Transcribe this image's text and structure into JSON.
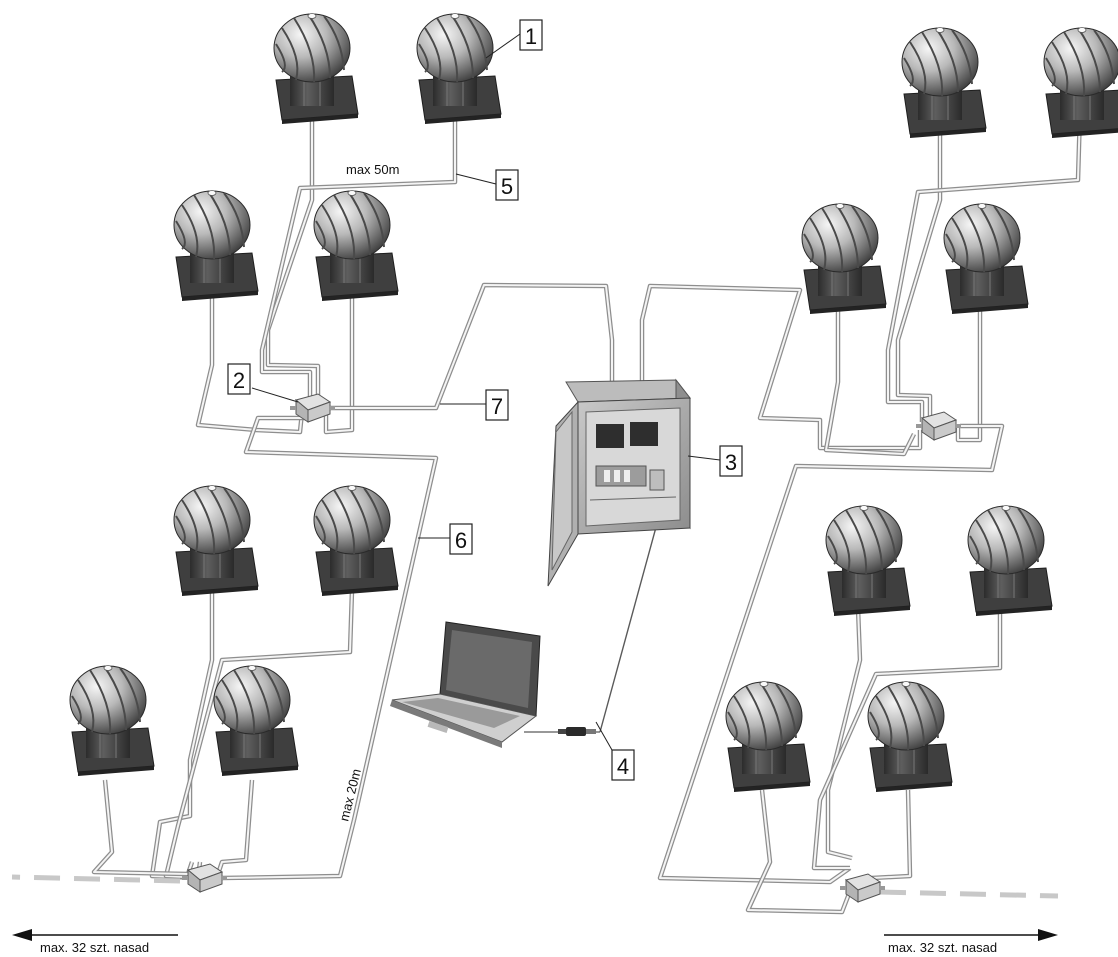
{
  "callouts": {
    "c1": "1",
    "c2": "2",
    "c3": "3",
    "c4": "4",
    "c5": "5",
    "c6": "6",
    "c7": "7"
  },
  "notes": {
    "max_50m": "max 50m",
    "max_20m": "max 20m",
    "left_limit": "max. 32 szt. nasad",
    "right_limit": "max. 32 szt. nasad"
  },
  "colors": {
    "cable_outer": "#8e8e8e",
    "cable_inner": "#f4f4f4",
    "turbine_dark": "#3a3a3a",
    "turbine_light": "#e6e6e6",
    "cabinet": "#a8a8a8"
  },
  "icons": {
    "turbine": "roof-turbine-ventilator-icon",
    "junction_box": "junction-box-icon",
    "control_cabinet": "control-cabinet-icon",
    "laptop": "laptop-icon",
    "usb_adapter": "usb-adapter-icon"
  }
}
